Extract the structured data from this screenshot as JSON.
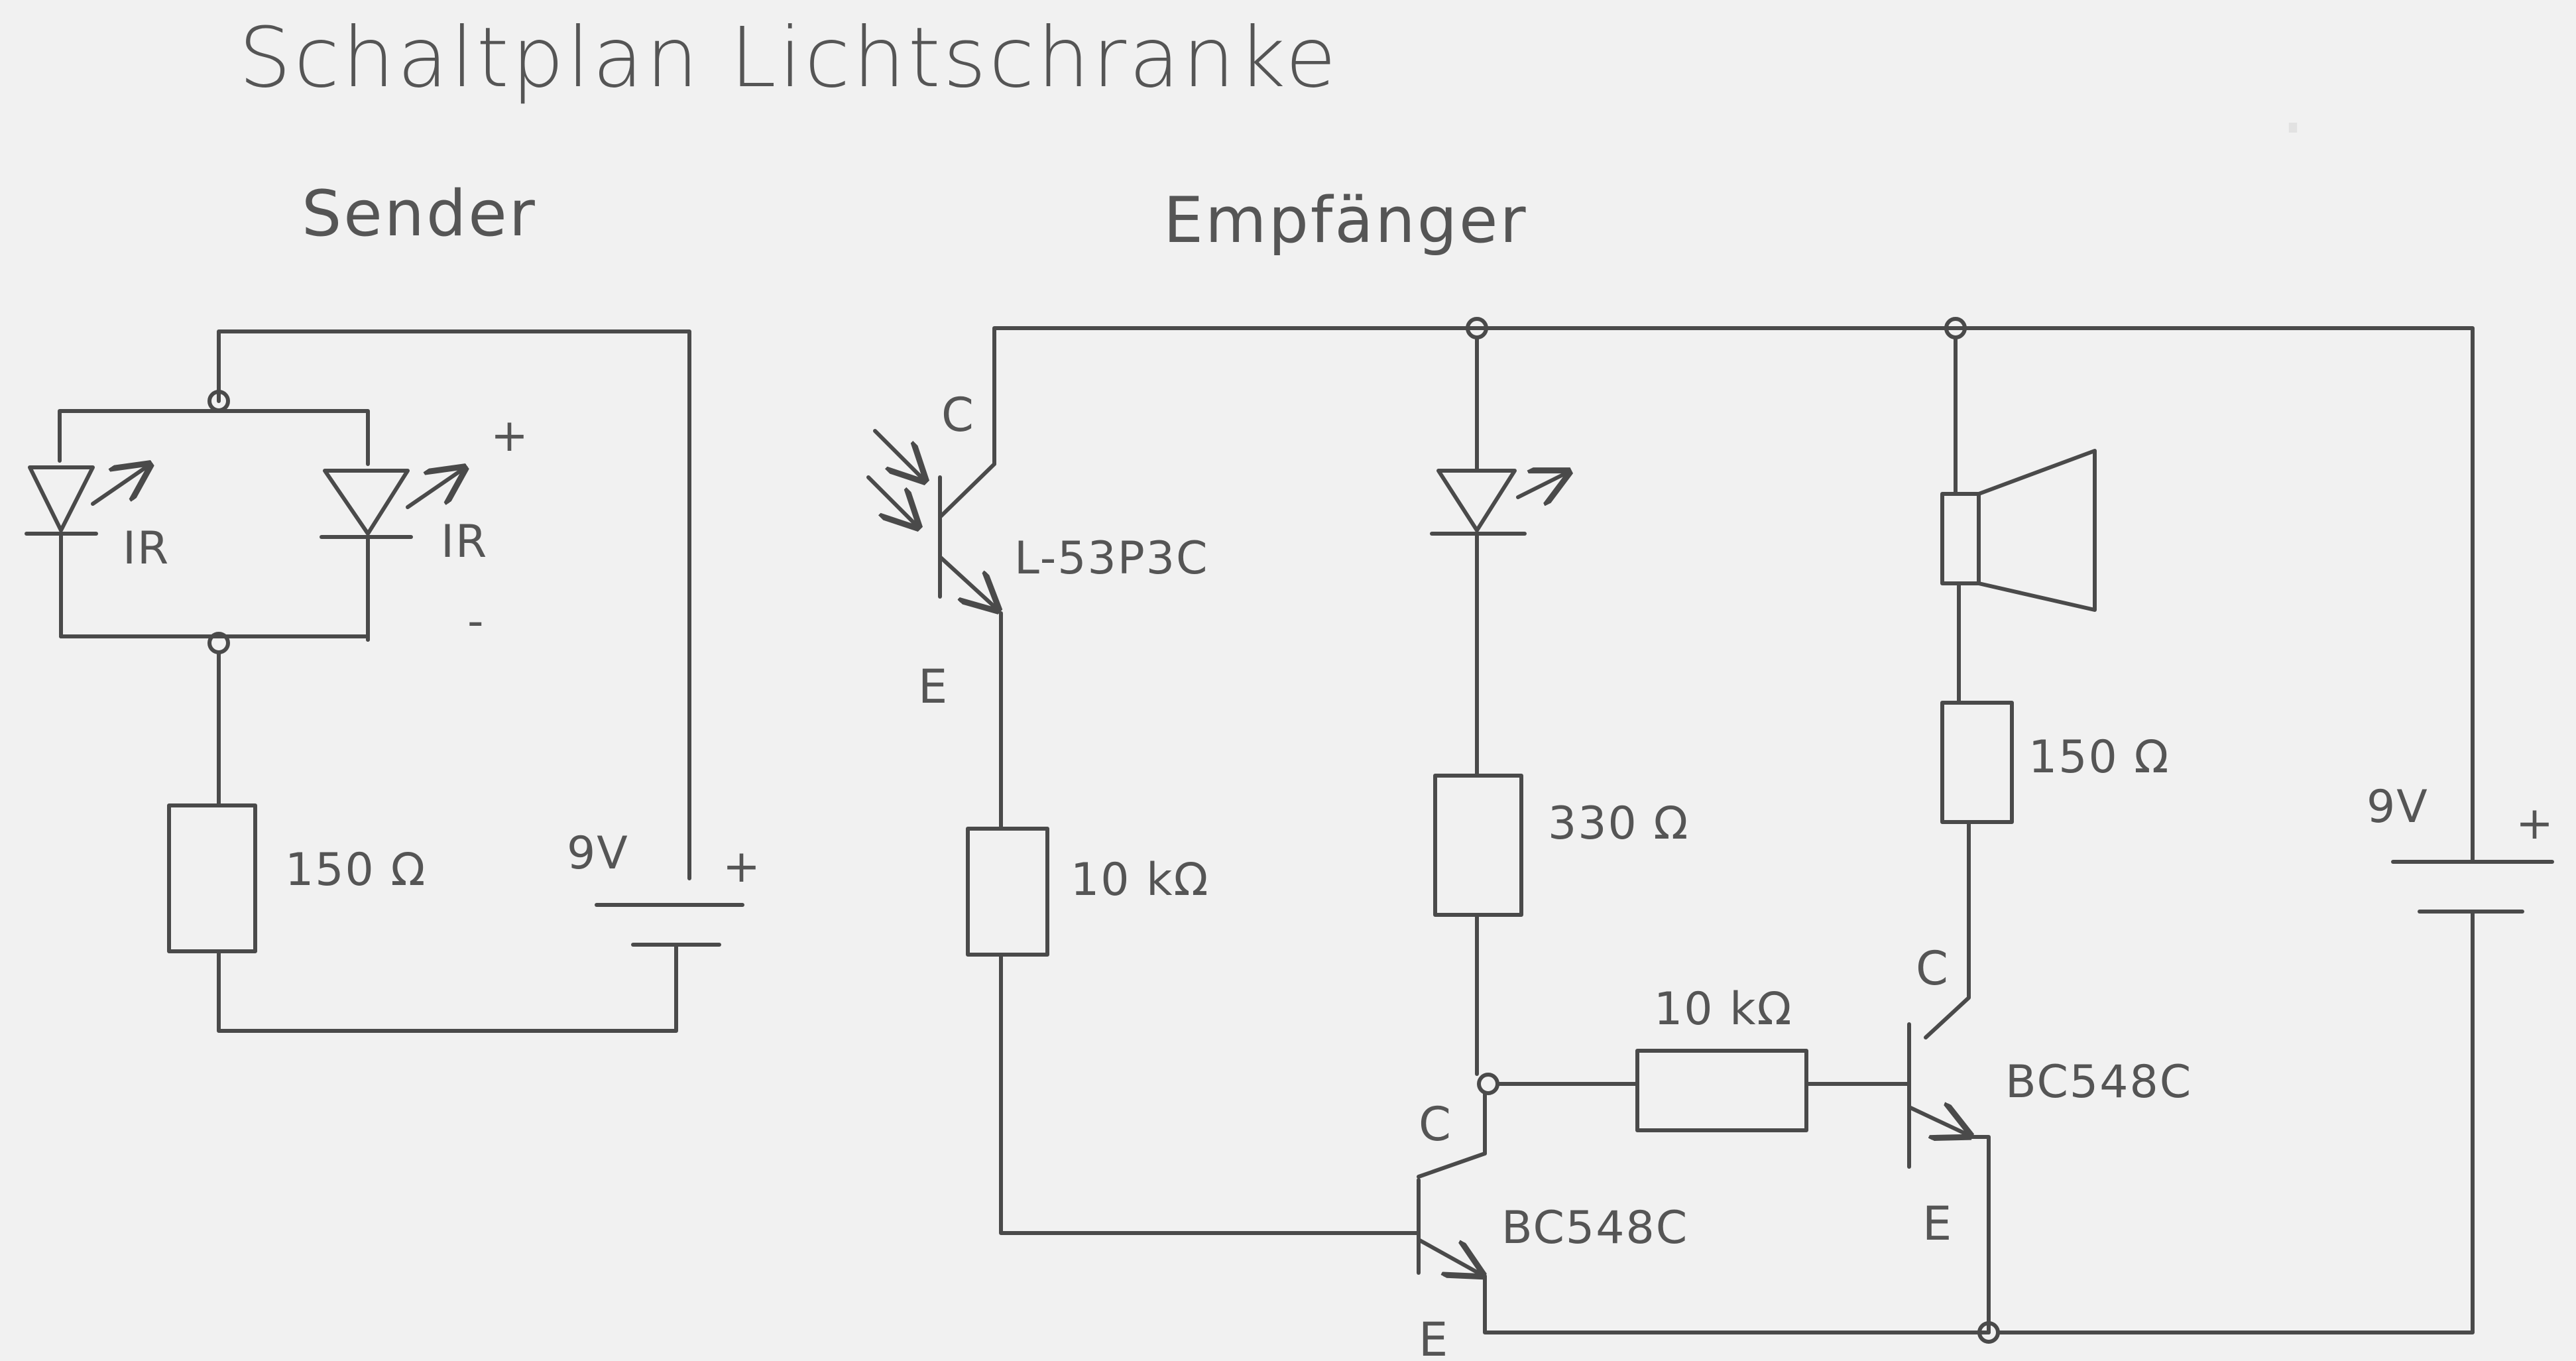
{
  "title": "Schaltplan Lichtschranke",
  "sender": {
    "heading": "Sender",
    "led1_label": "IR",
    "led2_label": "IR",
    "plus_mark": "+",
    "minus_mark": "-",
    "resistor_label": "150 Ω",
    "battery_label": "9V",
    "battery_plus": "+"
  },
  "receiver": {
    "heading": "Empfänger",
    "phototransistor_label": "L-53P3C",
    "phototransistor_c": "C",
    "phototransistor_e": "E",
    "r1_label": "10 kΩ",
    "r2_label": "330 Ω",
    "r3_label": "10 kΩ",
    "r4_label": "150 Ω",
    "t1_label": "BC548C",
    "t1_c": "C",
    "t1_e": "E",
    "t2_label": "BC548C",
    "t2_c": "C",
    "t2_e": "E",
    "battery_label": "9V",
    "battery_plus": "+"
  },
  "ink_color": "#4a4a4a"
}
